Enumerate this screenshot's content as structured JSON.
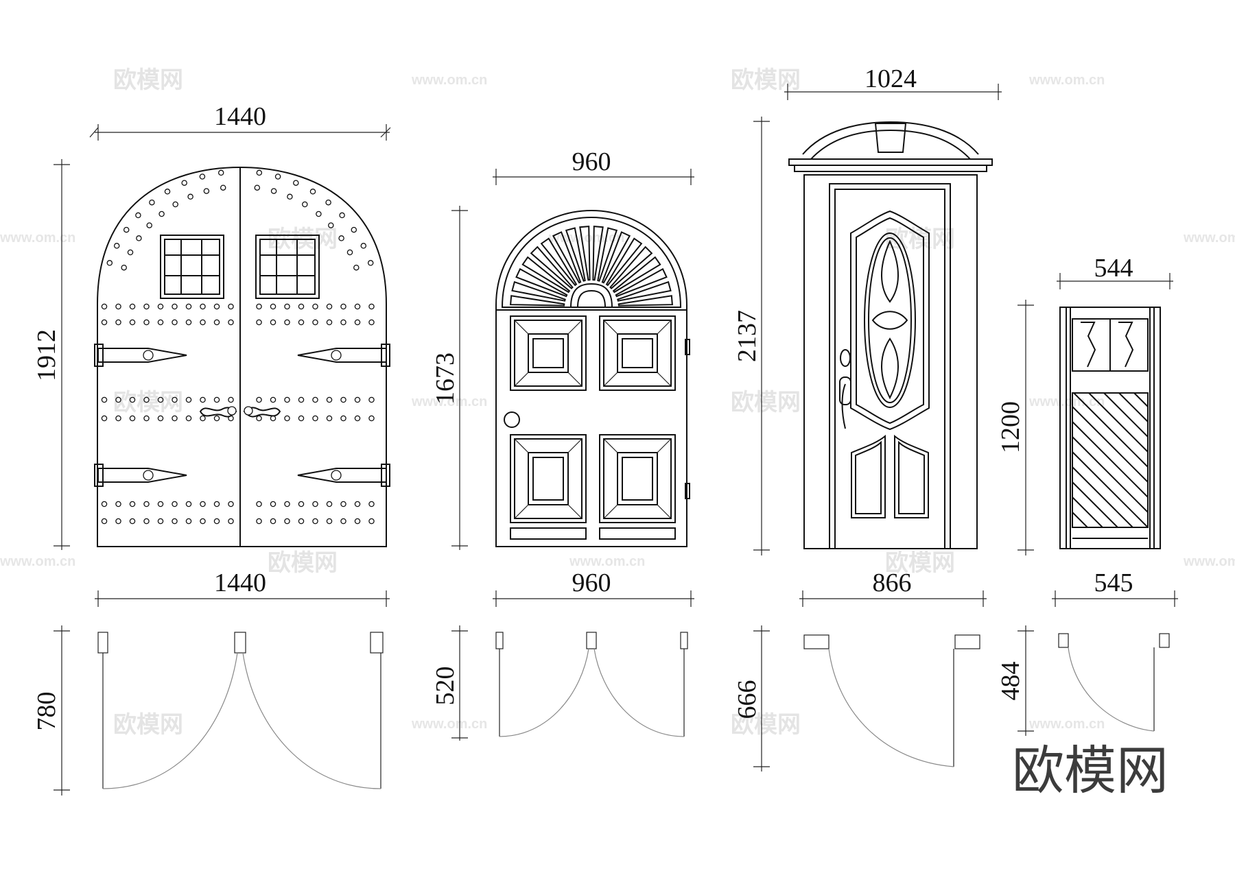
{
  "dimensions": {
    "d1_top": "1440",
    "d1_height": "1912",
    "d1_bottom": "1440",
    "d1_plan": "780",
    "d2_top": "960",
    "d2_height": "1673",
    "d2_bottom": "960",
    "d2_plan": "520",
    "d3_top": "1024",
    "d3_height": "2137",
    "d3_bottom": "866",
    "d3_plan": "666",
    "d4_top": "544",
    "d4_height": "1200",
    "d4_bottom": "545",
    "d4_plan": "484"
  },
  "watermark": {
    "cn": "欧模网",
    "url": "www.om.cn"
  },
  "logo": "欧模网"
}
